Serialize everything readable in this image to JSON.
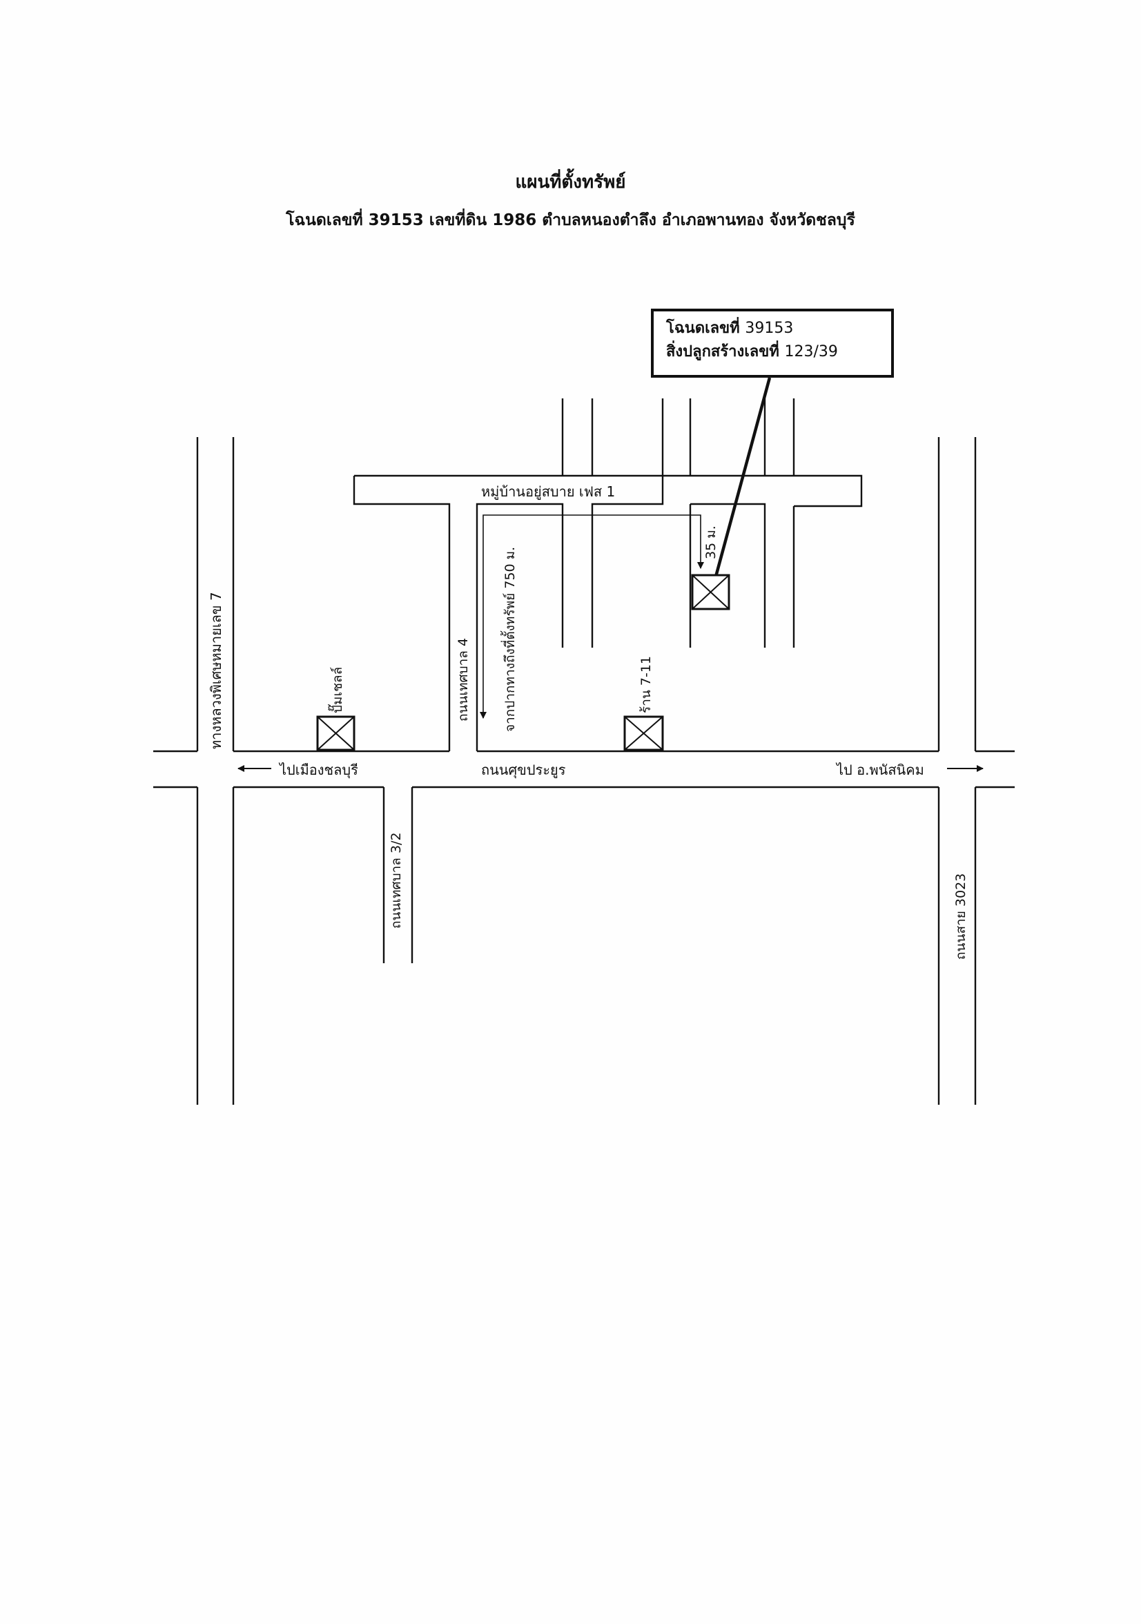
{
  "header": {
    "title": "แผนที่ตั้งทรัพย์",
    "subtitle": "โฉนดเลขที่ 39153  เลขที่ดิน 1986  ตำบลหนองตำลึง  อำเภอพานทอง  จังหวัดชลบุรี"
  },
  "callout": {
    "line1_prefix": "โฉนดเลขที่",
    "line1_value": "39153",
    "line2_prefix": "สิ่งปลูกสร้างเลขที่",
    "line2_value": "123/39"
  },
  "labels": {
    "highway": "ทางหลวงพิเศษหมายเลข 7",
    "village": "หมู่บ้านอยู่สบาย เฟส 1",
    "main_road": "ถนนศุขประยูร",
    "to_chonburi": "ไปเมืองชลบุรี",
    "to_phanat": "ไป อ.พนัสนิคม",
    "municipal_4": "ถนนเทศบาล 4",
    "municipal_3_2": "ถนนเทศบาล 3/2",
    "route_3023": "ถนนสาย 3023",
    "distance_750": "จากปากทางถึงที่ตั้งทรัพย์ 750 ม.",
    "distance_35": "35 ม.",
    "landmark_shell": "ปั๊มเชลล์",
    "landmark_711": "ร้าน 7-11"
  },
  "icons": {
    "landmark_marker": "crossed-box-icon",
    "direction_arrow": "arrow-icon"
  }
}
